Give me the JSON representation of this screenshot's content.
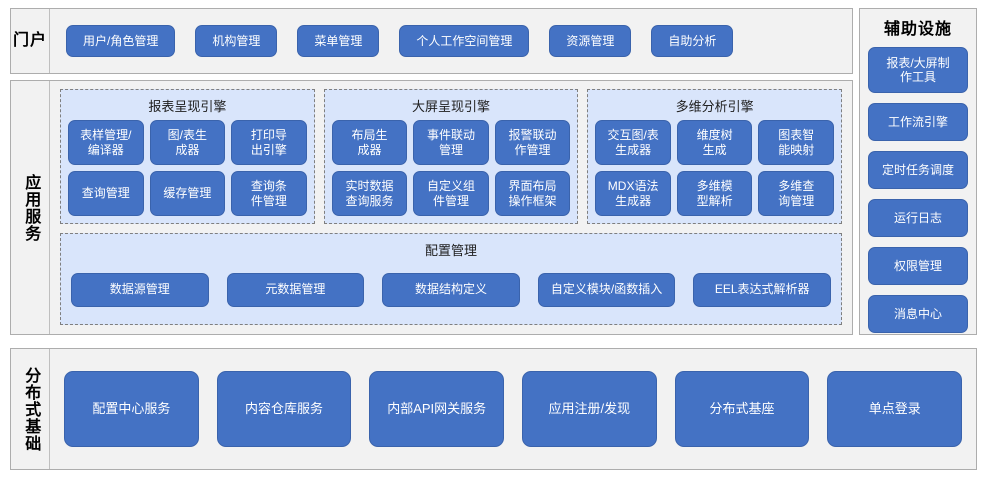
{
  "theme": {
    "button_fill": "#4472C4",
    "button_border": "#3A63AC",
    "panel_fill": "#F2F2F2",
    "panel_border": "#ADADAD",
    "group_fill": "#D9E5FB",
    "group_border": "#7F7F7F",
    "text_on_button": "#FFFFFF",
    "label_text": "#000000"
  },
  "portal": {
    "label": "门户",
    "items": [
      {
        "label": "用户/角色管理"
      },
      {
        "label": "机构管理"
      },
      {
        "label": "菜单管理"
      },
      {
        "label": "个人工作空间管理"
      },
      {
        "label": "资源管理"
      },
      {
        "label": "自助分析"
      }
    ]
  },
  "aux": {
    "title": "辅助设施",
    "items": [
      {
        "label": "报表/大屏制\n作工具"
      },
      {
        "label": "工作流引擎"
      },
      {
        "label": "定时任务调度"
      },
      {
        "label": "运行日志"
      },
      {
        "label": "权限管理"
      },
      {
        "label": "消息中心"
      }
    ]
  },
  "app": {
    "label": "应用服务",
    "engines": [
      {
        "title": "报表呈现引擎",
        "items": [
          {
            "label": "表样管理/\n编译器"
          },
          {
            "label": "图/表生\n成器"
          },
          {
            "label": "打印导\n出引擎"
          },
          {
            "label": "查询管理"
          },
          {
            "label": "缓存管理"
          },
          {
            "label": "查询条\n件管理"
          }
        ]
      },
      {
        "title": "大屏呈现引擎",
        "items": [
          {
            "label": "布局生\n成器"
          },
          {
            "label": "事件联动\n管理"
          },
          {
            "label": "报警联动\n作管理"
          },
          {
            "label": "实时数据\n查询服务"
          },
          {
            "label": "自定义组\n件管理"
          },
          {
            "label": "界面布局\n操作框架"
          }
        ]
      },
      {
        "title": "多维分析引擎",
        "items": [
          {
            "label": "交互图/表\n生成器"
          },
          {
            "label": "维度树\n生成"
          },
          {
            "label": "图表智\n能映射"
          },
          {
            "label": "MDX语法\n生成器"
          },
          {
            "label": "多维模\n型解析"
          },
          {
            "label": "多维查\n询管理"
          }
        ]
      }
    ],
    "config": {
      "title": "配置管理",
      "items": [
        {
          "label": "数据源管理"
        },
        {
          "label": "元数据管理"
        },
        {
          "label": "数据结构定义"
        },
        {
          "label": "自定义模块/函数插入"
        },
        {
          "label": "EEL表达式解析器"
        }
      ]
    }
  },
  "base": {
    "label": "分布式基础",
    "items": [
      {
        "label": "配置中心服务"
      },
      {
        "label": "内容仓库服务"
      },
      {
        "label": "内部API网关服务"
      },
      {
        "label": "应用注册/发现"
      },
      {
        "label": "分布式基座"
      },
      {
        "label": "单点登录"
      }
    ]
  }
}
